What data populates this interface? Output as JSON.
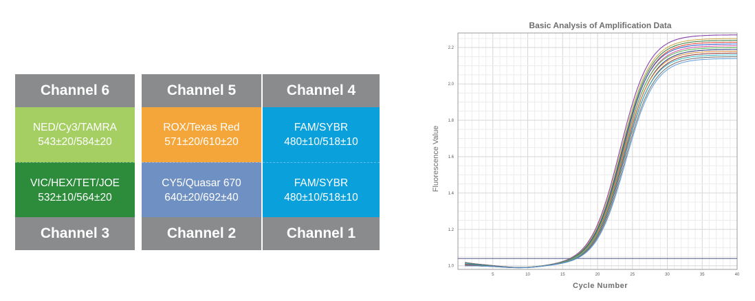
{
  "channels": {
    "columns": [
      {
        "top_header": "Channel 6",
        "top_dye": "NED/Cy3/TAMRA",
        "top_wavelength": "543±20/584±20",
        "top_color": "#a5cf63",
        "bottom_dye": "VIC/HEX/TET/JOE",
        "bottom_wavelength": "532±10/564±20",
        "bottom_color": "#2c8c3c",
        "bottom_header": "Channel 3"
      },
      {
        "top_header": "Channel 5",
        "top_dye": "ROX/Texas Red",
        "top_wavelength": "571±20/610±20",
        "top_color": "#f5a63a",
        "bottom_dye": "CY5/Quasar 670",
        "bottom_wavelength": "640±20/692±40",
        "bottom_color": "#6f90c2",
        "bottom_header": "Channel 2"
      },
      {
        "top_header": "Channel 4",
        "top_dye": "FAM/SYBR",
        "top_wavelength": "480±10/518±10",
        "top_color": "#0aa0dc",
        "bottom_dye": "FAM/SYBR",
        "bottom_wavelength": "480±10/518±10",
        "bottom_color": "#0aa0dc",
        "bottom_header": "Channel 1"
      }
    ],
    "header_color": "#898b8d"
  },
  "chart_data": {
    "type": "line",
    "title": "Basic Analysis of Amplification Data",
    "xlabel": "Cycle Number",
    "ylabel": "Fluorescence Value",
    "xlim": [
      0,
      40
    ],
    "ylim": [
      0.98,
      2.28
    ],
    "x_ticks": [
      5,
      10,
      15,
      20,
      25,
      30,
      35,
      40
    ],
    "y_ticks": [
      1.0,
      1.2,
      1.4,
      1.6,
      1.8,
      2.0,
      2.2
    ],
    "y_tick_labels": [
      "1.0",
      "1.2",
      "1.4",
      "1.6",
      "1.8",
      "2.0",
      "2.2"
    ],
    "grid": true,
    "threshold": 1.04,
    "curve_model": "sigmoid",
    "series": [
      {
        "plateau": 2.27,
        "midpoint": 23.2,
        "color": "#7a2ea0"
      },
      {
        "plateau": 2.25,
        "midpoint": 23.3,
        "color": "#c9a13a"
      },
      {
        "plateau": 2.24,
        "midpoint": 23.4,
        "color": "#2a7a3a"
      },
      {
        "plateau": 2.23,
        "midpoint": 23.5,
        "color": "#e03c2c"
      },
      {
        "plateau": 2.22,
        "midpoint": 23.4,
        "color": "#2458c8"
      },
      {
        "plateau": 2.21,
        "midpoint": 23.6,
        "color": "#d84aa0"
      },
      {
        "plateau": 2.2,
        "midpoint": 23.5,
        "color": "#4ab84a"
      },
      {
        "plateau": 2.19,
        "midpoint": 23.7,
        "color": "#1f2f7a"
      },
      {
        "plateau": 2.18,
        "midpoint": 23.6,
        "color": "#e0882c"
      },
      {
        "plateau": 2.17,
        "midpoint": 23.8,
        "color": "#8a2c2c"
      },
      {
        "plateau": 2.16,
        "midpoint": 23.7,
        "color": "#2cb8c8"
      },
      {
        "plateau": 2.15,
        "midpoint": 23.9,
        "color": "#6a6a6a"
      },
      {
        "plateau": 2.14,
        "midpoint": 24.0,
        "color": "#5a9ad8"
      }
    ]
  }
}
